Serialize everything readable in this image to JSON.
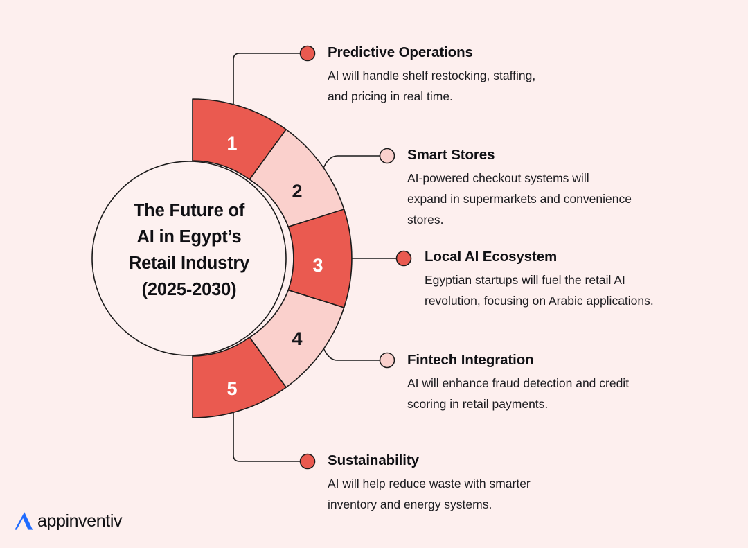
{
  "palette": {
    "background": "#fdefee",
    "accent_red": "#ea5a50",
    "accent_pink": "#fad0cc",
    "stroke": "#1a1a1a",
    "center_fill": "#fdf1f0",
    "logo_blue": "#1f6bff",
    "text_dark": "#101014"
  },
  "center": {
    "line1": "The Future of",
    "line2": "AI in Egypt’s",
    "line3": "Retail Industry",
    "line4": "(2025-2030)"
  },
  "wheel": {
    "segments": [
      {
        "number": "1",
        "tone": "dark"
      },
      {
        "number": "2",
        "tone": "light"
      },
      {
        "number": "3",
        "tone": "dark"
      },
      {
        "number": "4",
        "tone": "light"
      },
      {
        "number": "5",
        "tone": "dark"
      }
    ]
  },
  "items": [
    {
      "number": "1",
      "title": "Predictive Operations",
      "desc": "AI will handle shelf restocking, staffing,\nand pricing in real time.",
      "dot": "red"
    },
    {
      "number": "2",
      "title": "Smart Stores",
      "desc": "AI-powered checkout systems will\nexpand in supermarkets and convenience\nstores.",
      "dot": "pink"
    },
    {
      "number": "3",
      "title": "Local AI Ecosystem",
      "desc": "Egyptian startups will fuel the retail AI\nrevolution, focusing on Arabic applications.",
      "dot": "red"
    },
    {
      "number": "4",
      "title": "Fintech Integration",
      "desc": "AI will enhance fraud detection and credit\nscoring in retail payments.",
      "dot": "pink"
    },
    {
      "number": "5",
      "title": "Sustainability",
      "desc": "AI will help reduce waste with smarter\ninventory and energy systems.",
      "dot": "red"
    }
  ],
  "logo": {
    "text": "appinventiv"
  },
  "chart_data": {
    "type": "pie",
    "title": "The Future of AI in Egypt’s Retail Industry (2025-2030)",
    "subtitle": "",
    "xlabel": "",
    "ylabel": "",
    "legend_position": "right",
    "note": "Half-donut divided into 5 equal 36° segments spanning -90° (top) to +90° (bottom); each slice is 20% of the semicircle.",
    "categories": [
      "Predictive Operations",
      "Smart Stores",
      "Local AI Ecosystem",
      "Fintech Integration",
      "Sustainability"
    ],
    "values": [
      20,
      20,
      20,
      20,
      20
    ],
    "labels": [
      "1",
      "2",
      "3",
      "4",
      "5"
    ],
    "colors": [
      "#ea5a50",
      "#fad0cc",
      "#ea5a50",
      "#fad0cc",
      "#ea5a50"
    ],
    "annotations": [
      "AI will handle shelf restocking, staffing, and pricing in real time.",
      "AI-powered checkout systems will expand in supermarkets and convenience stores.",
      "Egyptian startups will fuel the retail AI revolution, focusing on Arabic applications.",
      "AI will enhance fraud detection and credit scoring in retail payments.",
      "AI will help reduce waste with smarter inventory and energy systems."
    ]
  }
}
